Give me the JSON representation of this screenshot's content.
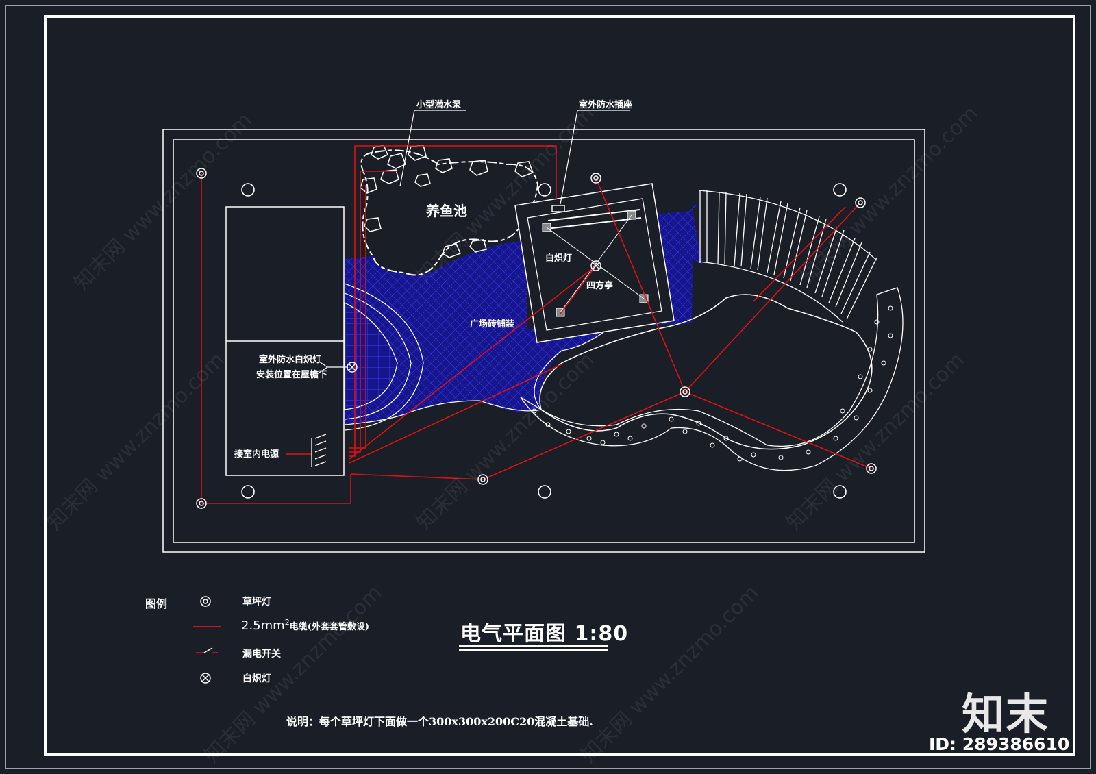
{
  "labels": {
    "pump": "小型潜水泵",
    "socket": "室外防水插座",
    "fish_pond": "养鱼池",
    "bulb_lamp": "白炽灯",
    "pavilion": "四方亭",
    "paving": "广场砖铺装",
    "outdoor_lamp_line1": "室外防水白炽灯",
    "outdoor_lamp_line2": "安装位置在屋檐下",
    "indoor_power": "接室内电源"
  },
  "legend": {
    "title": "图例",
    "lawn_lamp": "草坪灯",
    "cable_prefix": "2.5mm",
    "cable_sup": "2",
    "cable_suffix": "电缆(外套套管敷设)",
    "leakage_switch": "漏电开关",
    "bulb_lamp": "白炽灯"
  },
  "drawing_title": "电气平面图 1:80",
  "note": "说明：每个草坪灯下面做一个300x300x200C20混凝土基础.",
  "brand": "知末",
  "id_text": "ID: 289386610",
  "watermark": "知末网 www.znzmo.com",
  "colors": {
    "background": "#1a1f27",
    "line": "#ffffff",
    "cable": "#e01010",
    "hatch": "#1a1aa8"
  }
}
